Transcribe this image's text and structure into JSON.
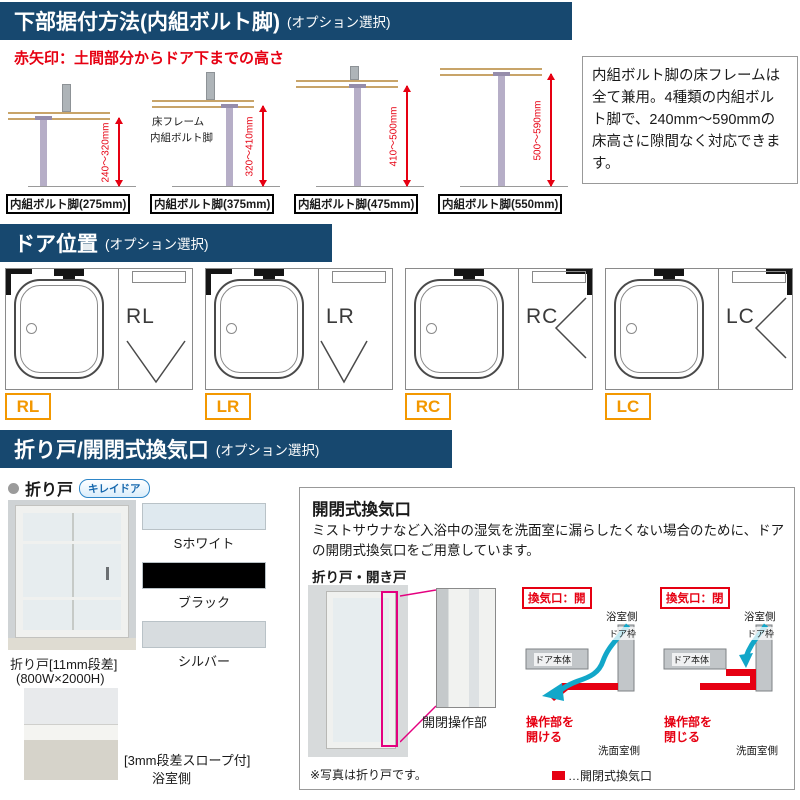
{
  "accent": {
    "navy": "#17486f",
    "red": "#e60012",
    "orange": "#f39800",
    "magenta": "#e4007f",
    "cyan": "#12a7c9"
  },
  "section1": {
    "title": "下部据付方法(内組ボルト脚)",
    "suffix": "(オプション選択)",
    "note": "赤矢印：土間部分からドア下までの高さ",
    "callout_frame": "床フレーム",
    "callout_leg": "内組ボルト脚",
    "items": [
      {
        "label": "内組ボルト脚(275mm)",
        "range": "240〜320mm"
      },
      {
        "label": "内組ボルト脚(375mm)",
        "range": "320〜410mm"
      },
      {
        "label": "内組ボルト脚(475mm)",
        "range": "410〜500mm"
      },
      {
        "label": "内組ボルト脚(550mm)",
        "range": "500〜590mm"
      }
    ],
    "info": "内組ボルト脚の床フレームは全て兼用。4種類の内組ボルト脚で、240mm〜590mmの床高さに隙間なく対応できます。"
  },
  "section2": {
    "title": "ドア位置",
    "suffix": "(オプション選択)",
    "plans": [
      {
        "code": "RL"
      },
      {
        "code": "LR"
      },
      {
        "code": "RC"
      },
      {
        "code": "LC"
      }
    ]
  },
  "section3": {
    "title": "折り戸/開閉式換気口",
    "suffix": "(オプション選択)",
    "left": {
      "label": "折り戸",
      "badge": "キレイドア",
      "caption1": "折り戸[11mm段差]",
      "caption2": "(800W×2000H)",
      "colors": [
        {
          "name": "Sホワイト",
          "hex": "#dfe9ef"
        },
        {
          "name": "ブラック",
          "hex": "#000000"
        },
        {
          "name": "シルバー",
          "hex": "#d7dcdf"
        }
      ],
      "slope1": "[3mm段差スロープ付]",
      "slope2": "浴室側"
    },
    "right": {
      "heading": "開閉式換気口",
      "description": "ミストサウナなど入浴中の湿気を洗面室に漏らしたくない場合のために、ドアの開閉式換気口をご用意しています。",
      "door_types": "折り戸・開き戸",
      "operation_label": "開閉操作部",
      "bath_side": "浴室側",
      "wash_side": "洗面室側",
      "door_body": "ドア本体",
      "door_frame": "ドア枠",
      "vents": [
        {
          "title": "換気口：開",
          "action1": "操作部を",
          "action2": "開ける"
        },
        {
          "title": "換気口：閉",
          "action1": "操作部を",
          "action2": "閉じる"
        }
      ],
      "note": "※写真は折り戸です。",
      "legend": "…開閉式換気口"
    }
  }
}
